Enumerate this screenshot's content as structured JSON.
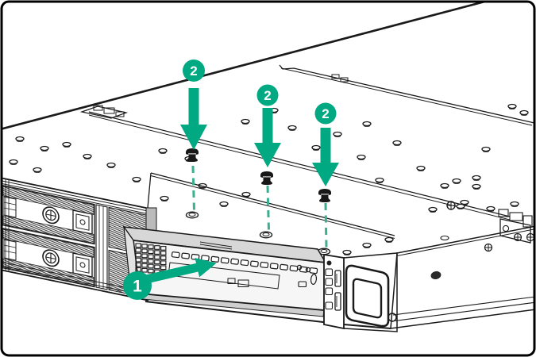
{
  "figure": {
    "colors": {
      "accent": "#01A982",
      "guide": "#3CAF90",
      "ink": "#1a1a1a",
      "cage_top": "#d7d7d7",
      "cage_face": "#f6f6f6"
    },
    "callouts": [
      {
        "label": "1"
      },
      {
        "label": "2"
      },
      {
        "label": "2"
      },
      {
        "label": "2"
      }
    ]
  }
}
